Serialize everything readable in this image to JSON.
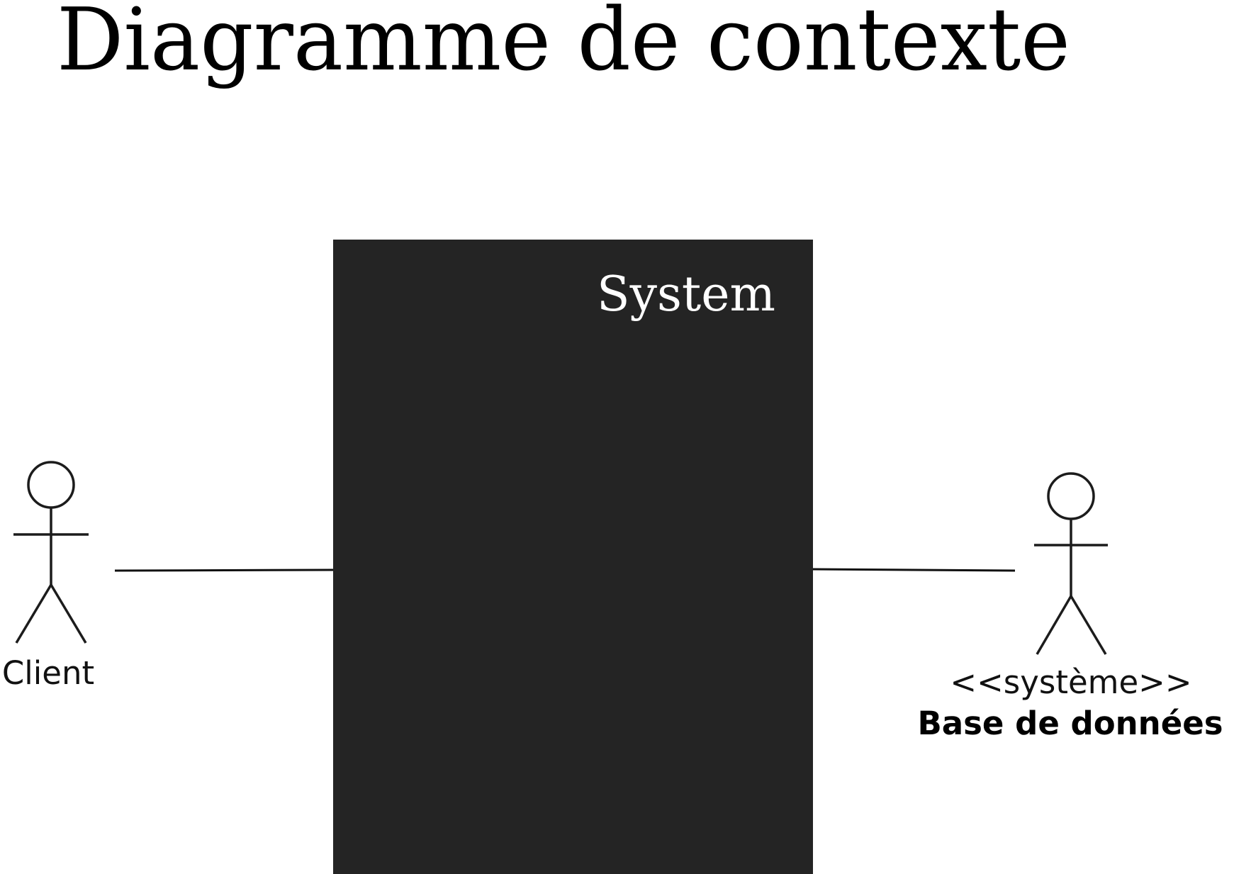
{
  "title": "Diagramme de contexte",
  "system": {
    "label": "System",
    "fill": "#242424",
    "label_color": "#ffffff"
  },
  "actors": [
    {
      "id": "client",
      "name": "Client",
      "stereotype": ""
    },
    {
      "id": "database",
      "stereotype": "<<système>>",
      "name": "Base de données"
    }
  ],
  "colors": {
    "background": "#ffffff",
    "lines": "#111111"
  }
}
